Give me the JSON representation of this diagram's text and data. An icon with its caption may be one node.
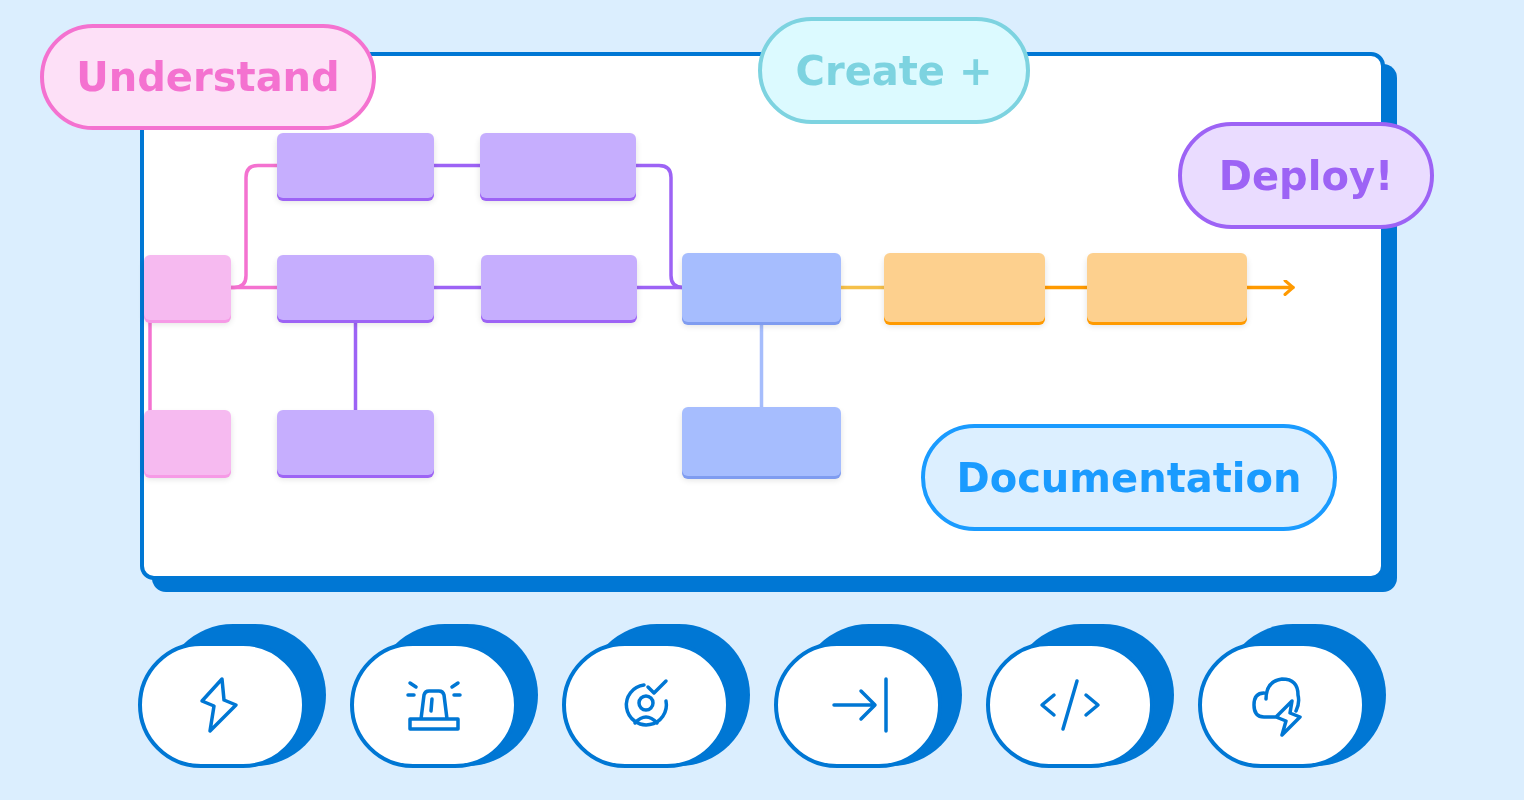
{
  "diagram": {
    "nodes": [
      {
        "text": [
          "Understand"
        ]
      },
      {
        "text": [
          "Create +"
        ]
      },
      {
        "text": [],
        "shape": "box"
      },
      {
        "text": [
          "Deploy!"
        ]
      },
      {
        "text": [],
        "shape": "box",
        "in": 2
      },
      {
        "text": [],
        "shape": "box",
        "in": 2
      },
      {
        "text": [],
        "shape": "box",
        "in": 2
      },
      {
        "text": [],
        "shape": "box",
        "in": 2
      },
      {
        "text": [],
        "shape": "box",
        "in": 2
      },
      {
        "text": [],
        "shape": "box",
        "in": 2
      },
      {
        "text": [],
        "shape": "box",
        "in": 2
      },
      {
        "text": [],
        "shape": "box",
        "in": 2
      },
      {
        "text": [],
        "shape": "box",
        "in": 2
      },
      {
        "text": [],
        "shape": "box",
        "in": 2
      },
      {
        "text": [],
        "shape": "box",
        "in": 2
      },
      {
        "text": [
          "Documentation"
        ],
        "in": 2
      }
    ],
    "edges": [
      {
        "from": 6,
        "to": 4,
        "arrow": "none",
        "color": "#f472d0"
      },
      {
        "from": 6,
        "to": 7,
        "arrow": "none",
        "color": "#f472d0"
      },
      {
        "from": 4,
        "to": 5,
        "arrow": "none"
      },
      {
        "from": 5,
        "to": 9,
        "arrow": "none"
      },
      {
        "from": 7,
        "to": 8,
        "arrow": "none"
      },
      {
        "from": 8,
        "to": 9,
        "arrow": "none"
      },
      {
        "from": 7,
        "to": 13,
        "arrow": "none"
      },
      {
        "from": 6,
        "to": 12,
        "arrow": "none",
        "color": "#f472d0"
      },
      {
        "from": 9,
        "to": 10,
        "arrow": "none",
        "color": "#f5c04a"
      },
      {
        "from": 10,
        "to": 11,
        "arrow": "none",
        "color": "#ff9a00"
      },
      {
        "from": 11,
        "to": null,
        "arrow": "to",
        "color": "#ff9a00"
      },
      {
        "from": 9,
        "to": 14,
        "arrow": "none",
        "color": "#a6bdfc"
      }
    ]
  }
}
